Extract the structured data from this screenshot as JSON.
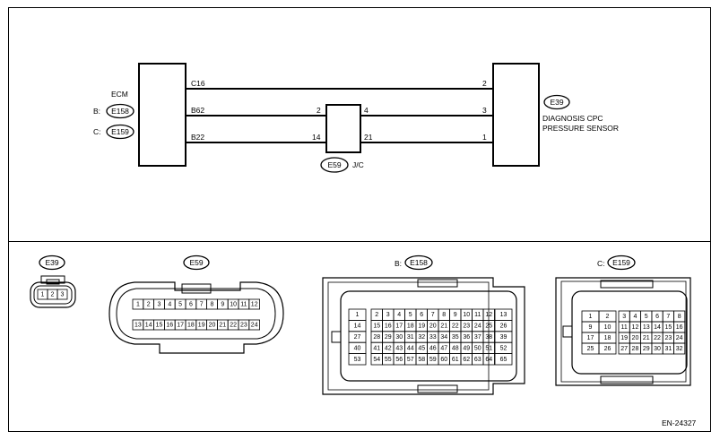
{
  "ecm": {
    "label": "ECM",
    "conn_b_prefix": "B:",
    "conn_b_name": "E158",
    "conn_c_prefix": "C:",
    "conn_c_name": "E159"
  },
  "sensor": {
    "conn_name": "E39",
    "name_line1": "DIAGNOSIS CPC",
    "name_line2": "PRESSURE SENSOR"
  },
  "jc": {
    "conn_name": "E59",
    "label": "J/C"
  },
  "wires": [
    {
      "ecm_terminal": "C16",
      "jc_in": "",
      "jc_out": "",
      "sensor_pin": "2"
    },
    {
      "ecm_terminal": "B62",
      "jc_in": "2",
      "jc_out": "4",
      "sensor_pin": "3"
    },
    {
      "ecm_terminal": "B22",
      "jc_in": "14",
      "jc_out": "21",
      "sensor_pin": "1"
    }
  ],
  "connectors": {
    "e39": {
      "title": "E39",
      "pins": [
        "1",
        "2",
        "3"
      ]
    },
    "e59": {
      "title": "E59",
      "row1": [
        "1",
        "2",
        "3",
        "4",
        "5",
        "6",
        "7",
        "8",
        "9",
        "10",
        "11",
        "12"
      ],
      "row2": [
        "13",
        "14",
        "15",
        "16",
        "17",
        "18",
        "19",
        "20",
        "21",
        "22",
        "23",
        "24"
      ]
    },
    "e158": {
      "prefix": "B:",
      "title": "E158",
      "left": [
        "1",
        "14",
        "27",
        "40",
        "53"
      ],
      "grid": [
        [
          "2",
          "3",
          "4",
          "5",
          "6",
          "7",
          "8",
          "9",
          "10",
          "11",
          "12"
        ],
        [
          "15",
          "16",
          "17",
          "18",
          "19",
          "20",
          "21",
          "22",
          "23",
          "24",
          "25"
        ],
        [
          "28",
          "29",
          "30",
          "31",
          "32",
          "33",
          "34",
          "35",
          "36",
          "37",
          "38"
        ],
        [
          "41",
          "42",
          "43",
          "44",
          "45",
          "46",
          "47",
          "48",
          "49",
          "50",
          "51"
        ],
        [
          "54",
          "55",
          "56",
          "57",
          "58",
          "59",
          "60",
          "61",
          "62",
          "63",
          "64"
        ]
      ],
      "right": [
        "13",
        "26",
        "39",
        "52",
        "65"
      ]
    },
    "e159": {
      "prefix": "C:",
      "title": "E159",
      "left": [
        [
          "1",
          "2"
        ],
        [
          "9",
          "10"
        ],
        [
          "17",
          "18"
        ],
        [
          "25",
          "26"
        ]
      ],
      "right": [
        [
          "3",
          "4",
          "5",
          "6",
          "7",
          "8"
        ],
        [
          "11",
          "12",
          "13",
          "14",
          "15",
          "16"
        ],
        [
          "19",
          "20",
          "21",
          "22",
          "23",
          "24"
        ],
        [
          "27",
          "28",
          "29",
          "30",
          "31",
          "32"
        ]
      ]
    }
  },
  "figure_id": "EN-24327"
}
